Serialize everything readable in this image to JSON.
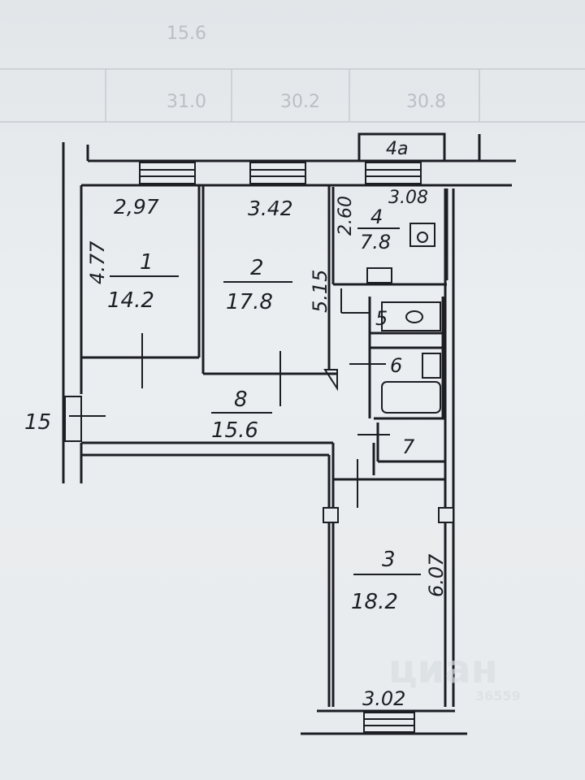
{
  "plan": {
    "background_table": {
      "values": [
        "15.6",
        "31.0",
        "30.2",
        "30.8"
      ]
    },
    "rooms": [
      {
        "number": "1",
        "area": "14.2",
        "width": "2,97",
        "length": "4.77"
      },
      {
        "number": "2",
        "area": "17.8",
        "width": "3.42",
        "length": "5.15"
      },
      {
        "number": "3",
        "area": "18.2",
        "width": "3.02",
        "length": "6.07"
      },
      {
        "number": "4",
        "area": "7.8",
        "width": "3.08",
        "length": "2.60"
      },
      {
        "number": "5"
      },
      {
        "number": "6"
      },
      {
        "number": "7"
      },
      {
        "number": "8",
        "area": "15.6"
      }
    ],
    "balcony_label": "4a",
    "entrance_label": "15",
    "watermark": "циан",
    "watermark_id": "36559",
    "colors": {
      "ink": "#1c1e24",
      "paper": "#e9ecee",
      "faint": "#b9bfc5"
    }
  }
}
